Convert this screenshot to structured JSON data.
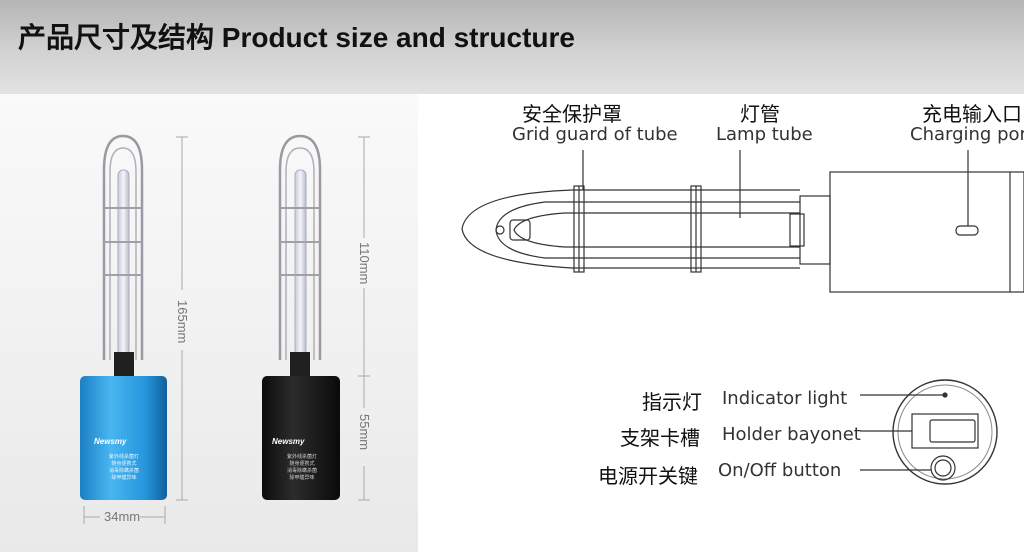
{
  "header": {
    "title": "产品尺寸及结构 Product size and structure"
  },
  "photo": {
    "dim_height_total": "165mm",
    "dim_height_tube": "110mm",
    "dim_height_body": "55mm",
    "dim_width": "34mm",
    "brand": "Newsmy",
    "blue_body_text": "紫外线杀菌灯\n随身便携式\n消毒除螨杀菌\n除甲醛异味",
    "black_body_text": "紫外线杀菌灯\n随身便携式\n消毒除螨杀菌\n除甲醛异味"
  },
  "diagram": {
    "grid_guard": {
      "zh": "安全保护罩",
      "en": "Grid guard of tube"
    },
    "lamp_tube": {
      "zh": "灯管",
      "en": "Lamp tube"
    },
    "charging_port": {
      "zh": "充电输入口",
      "en": "Charging port"
    },
    "indicator": {
      "zh": "指示灯",
      "en": "Indicator light"
    },
    "holder": {
      "zh": "支架卡槽",
      "en": "Holder bayonet"
    },
    "power": {
      "zh": "电源开关键",
      "en": "On/Off button"
    }
  }
}
